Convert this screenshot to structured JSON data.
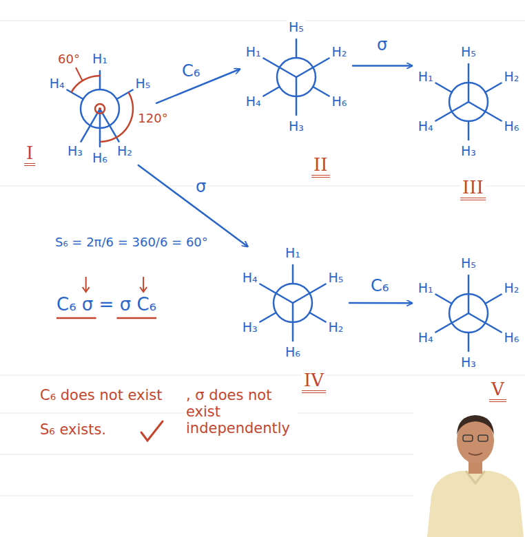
{
  "diagram": {
    "nodes": [
      {
        "text": [
          "I"
        ]
      },
      {
        "text": [
          "II"
        ]
      },
      {
        "text": [
          "III"
        ]
      },
      {
        "text": [
          "IV"
        ]
      },
      {
        "text": [
          "V"
        ]
      }
    ],
    "edges": [
      {
        "from": 0,
        "to": 1,
        "arrow": "to",
        "label": "C₆"
      },
      {
        "from": 1,
        "to": 2,
        "arrow": "to",
        "label": "σ"
      },
      {
        "from": 0,
        "to": 3,
        "arrow": "to",
        "label": "σ"
      },
      {
        "from": 3,
        "to": 4,
        "arrow": "to",
        "label": "C₆"
      }
    ],
    "labels": [
      "60°",
      "120°",
      "H₄",
      "H₁",
      "H₅",
      "H₃",
      "H₆",
      "H₂",
      "H₁",
      "H₅",
      "H₂",
      "H₄",
      "H₃",
      "H₆",
      "H₁",
      "H₅",
      "H₂",
      "H₄",
      "H₃",
      "H₆",
      "H₁",
      "H₄",
      "H₅",
      "H₃",
      "H₆",
      "H₂",
      "H₅",
      "H₁",
      "H₂",
      "H₄",
      "H₃",
      "H₆",
      "S₆ = 2π/6 = 360/6 = 60°",
      "C₆ σ = σ C₆",
      "C₆ does not exist",
      ", σ does not exist independently",
      "S₆ exists."
    ]
  }
}
